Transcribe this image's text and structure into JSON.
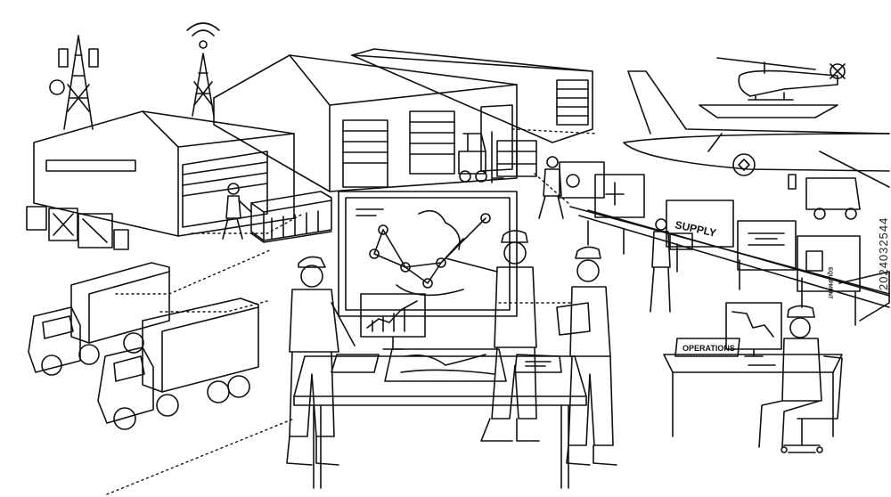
{
  "labels": {
    "supply": "SUPPLY",
    "operations": "OPERATIONS",
    "equipment": "EQUIPMENT"
  },
  "watermark": {
    "stock_id": "2024032544"
  },
  "colors": {
    "ink": "#111111",
    "paper": "#ffffff"
  }
}
